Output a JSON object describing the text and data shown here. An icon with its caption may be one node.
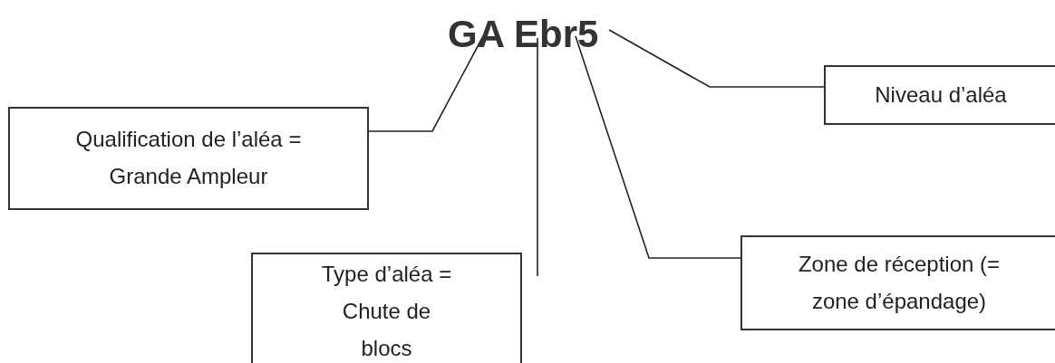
{
  "diagram": {
    "title": "GA Ebr5",
    "nodes": [
      {
        "text": [
          "Qualification de l’aléa = Grande Ampleur"
        ]
      },
      {
        "text": [
          "Niveau d’aléa"
        ]
      },
      {
        "text": [
          "Type d’aléa = Chute de blocs"
        ]
      },
      {
        "text": [
          "Zone de réception (= zone d’épandage)"
        ]
      }
    ],
    "edges": [
      {
        "from": 0,
        "to": null,
        "arrow": "none"
      },
      {
        "from": 2,
        "to": null,
        "arrow": "none"
      },
      {
        "from": 3,
        "to": null,
        "arrow": "none"
      },
      {
        "from": 1,
        "to": null,
        "arrow": "none"
      }
    ]
  }
}
